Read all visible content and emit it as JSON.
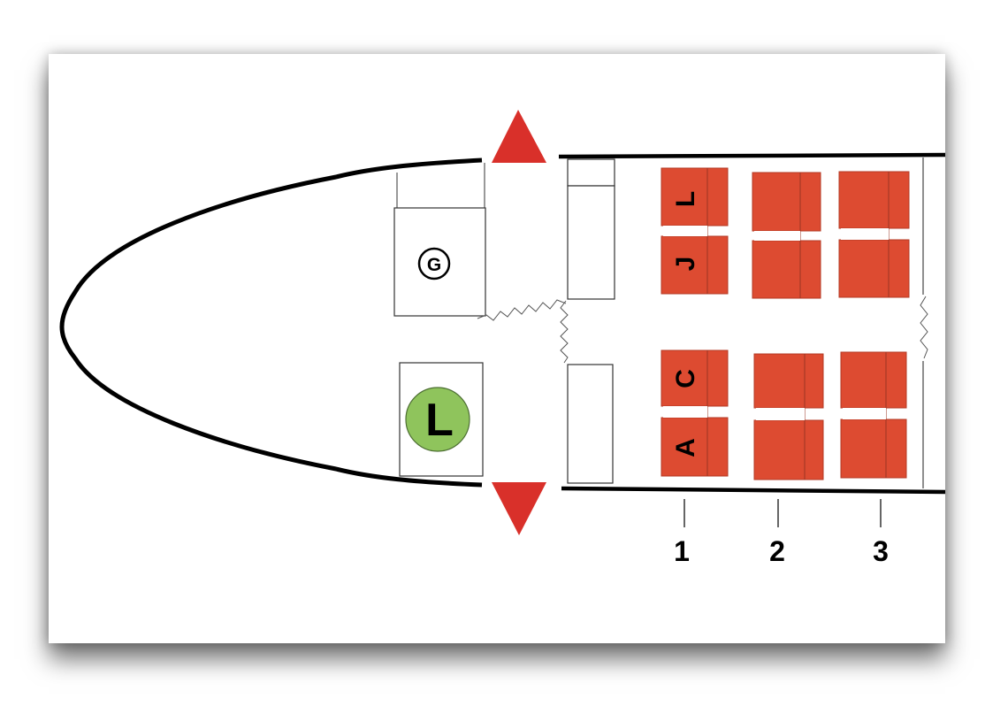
{
  "seat_map": {
    "galley_symbol": "G",
    "lavatory_symbol": "L",
    "row_numbers": [
      "1",
      "2",
      "3"
    ],
    "seat_letters_upper": [
      "L",
      "J"
    ],
    "seat_letters_lower": [
      "C",
      "A"
    ],
    "colors": {
      "seat": "#dd4b31",
      "exit_arrow": "#d9302a",
      "lavatory": "#8fc45c",
      "outline": "#000000"
    },
    "icons": [
      "exit-arrow-icon",
      "galley-icon",
      "lavatory-icon"
    ]
  }
}
